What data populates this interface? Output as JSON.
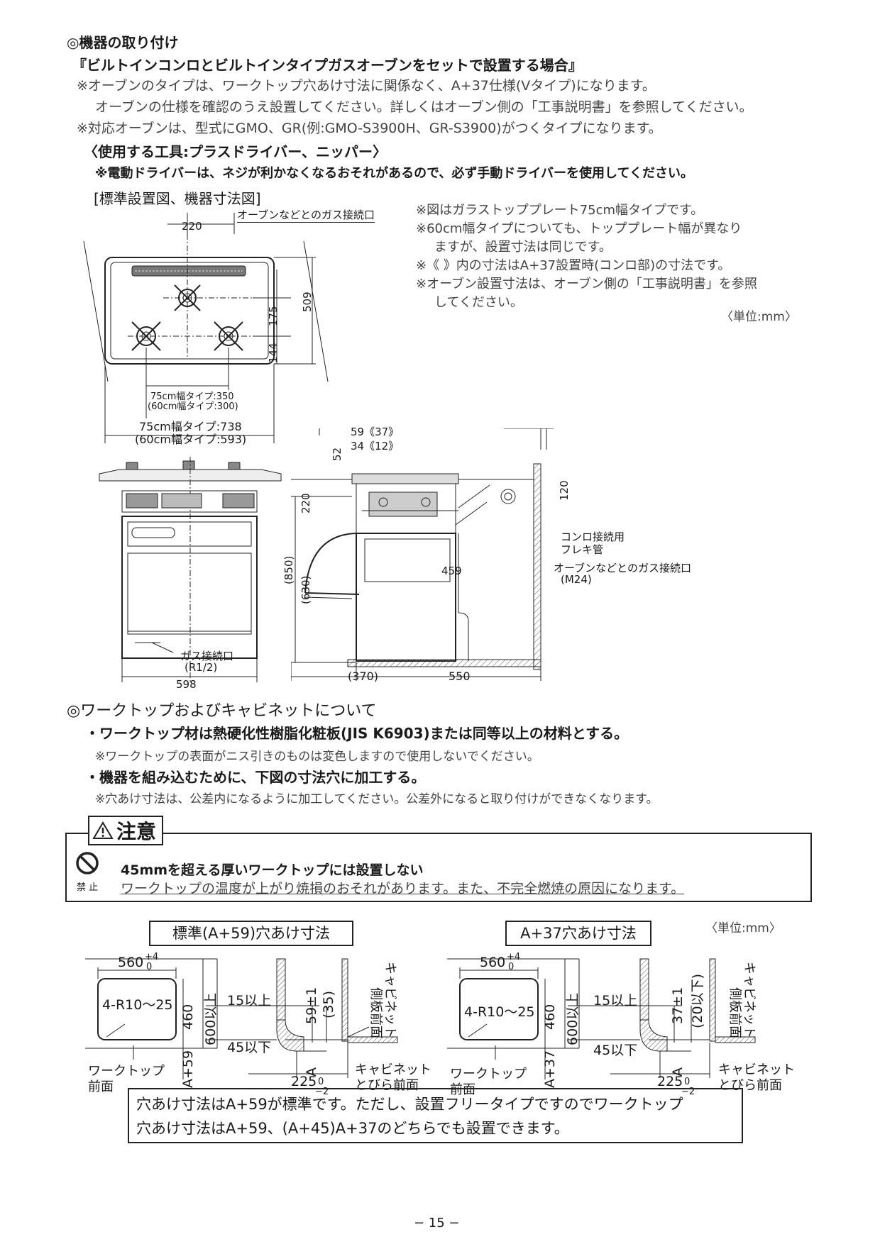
{
  "section1": {
    "heading": "◎機器の取り付け",
    "subheading": "『ビルトインコンロとビルトインタイプガスオーブンをセットで設置する場合』",
    "note1": "※オーブンのタイプは、ワークトップ穴あけ寸法に関係なく、A+37仕様(Vタイプ)になります。",
    "note1b": "オーブンの仕様を確認のうえ設置してください。詳しくはオーブン側の「工事説明書」を参照してください。",
    "note2": "※対応オーブンは、型式にGMO、GR(例:GMO-S3900H、GR-S3900)がつくタイプになります。",
    "tools": "〈使用する工具:プラスドライバー、ニッパー〉",
    "tools_note": "※電動ドライバーは、ネジが利かなくなるおそれがあるので、必ず手動ドライバーを使用してください。",
    "figure_title": "[標準設置図、機器寸法図]",
    "figure_notes": [
      "※図はガラストッププレート75cm幅タイプです。",
      "※60cm幅タイプについても、トッププレート幅が異なり",
      "ますが、設置寸法は同じです。",
      "※《 》内の寸法はA+37設置時(コンロ部)の寸法です。",
      "※オーブン設置寸法は、オーブン側の「工事説明書」を参照",
      "してください。"
    ],
    "unit": "〈単位:mm〉"
  },
  "diagram_top": {
    "gas_label": "オーブンなどとのガス接続口",
    "dim_220": "220",
    "dim_509": "509",
    "dim_175": "175",
    "dim_144": "144",
    "burner_span_75": "75cm幅タイプ:350",
    "burner_span_60": "(60cm幅タイプ:300)",
    "width_75": "75cm幅タイプ:738",
    "width_60": "(60cm幅タイプ:593)"
  },
  "diagram_front": {
    "gas_label": "ガス接続口",
    "gas_size": "(R1/2)",
    "width": "598"
  },
  "diagram_side": {
    "d59": "59《37》",
    "d34": "34《12》",
    "d52": "52",
    "d220": "220",
    "d850": "(850)",
    "d630": "(630)",
    "d459": "459",
    "d120": "120",
    "d370": "(370)",
    "d550": "550",
    "flex_label1": "コンロ接続用",
    "flex_label2": "フレキ管",
    "oven_gas1": "オーブンなどとのガス接続口",
    "oven_gas2": "(M24)"
  },
  "section2": {
    "heading": "◎ワークトップおよびキャビネットについて",
    "bullet1": "・ワークトップ材は熱硬化性樹脂化粧板(JIS K6903)または同等以上の材料とする。",
    "bullet1_note": "※ワークトップの表面がニス引きのものは変色しますので使用しないでください。",
    "bullet2": "・機器を組み込むために、下図の寸法穴に加工する。",
    "bullet2_note": "※穴あけ寸法は、公差内になるように加工してください。公差外になると取り付けができなくなります。"
  },
  "caution": {
    "title": "注意",
    "prohibit_label": "禁 止",
    "line1": "45mmを超える厚いワークトップには設置しない",
    "line2": "ワークトップの温度が上がり焼損のおそれがあります。また、不完全燃焼の原因になります。"
  },
  "cutout_left": {
    "title": "標準(A+59)穴あけ寸法",
    "w560": "560",
    "tol_up": "+4",
    "tol_low": "0",
    "radius": "4-R10〜25",
    "h460": "460",
    "h600": "600以上",
    "a_front": "A+59",
    "worktop1": "ワークトップ",
    "worktop2": "前面",
    "min15": "15以上",
    "max45": "45以下",
    "d59": "59±1",
    "d35": "(35)",
    "a": "A",
    "d225": "225",
    "d225_tol": "−2",
    "d225_tol_up": "0",
    "cab_side1": "キャビネット",
    "cab_side2": "側板前面",
    "cab_door1": "キャビネット",
    "cab_door2": "とびら前面"
  },
  "cutout_right": {
    "title": "A+37穴あけ寸法",
    "unit": "〈単位:mm〉",
    "w560": "560",
    "tol_up": "+4",
    "tol_low": "0",
    "radius": "4-R10〜25",
    "h460": "460",
    "h600": "600以上",
    "a_front": "A+37",
    "worktop1": "ワークトップ",
    "worktop2": "前面",
    "min15": "15以上",
    "max45": "45以下",
    "d37": "37±1",
    "d20": "(20以下)",
    "a": "A",
    "d225": "225",
    "d225_tol": "−2",
    "d225_tol_up": "0",
    "cab_side1": "キャビネット",
    "cab_side2": "側板前面",
    "cab_door1": "キャビネット",
    "cab_door2": "とびら前面"
  },
  "bottom_note": {
    "line1": "穴あけ寸法はA+59が標準です。ただし、設置フリータイプですのでワークトップ",
    "line2": "穴あけ寸法はA+59、(A+45)A+37のどちらでも設置できます。"
  },
  "page_number": "− 15 −"
}
